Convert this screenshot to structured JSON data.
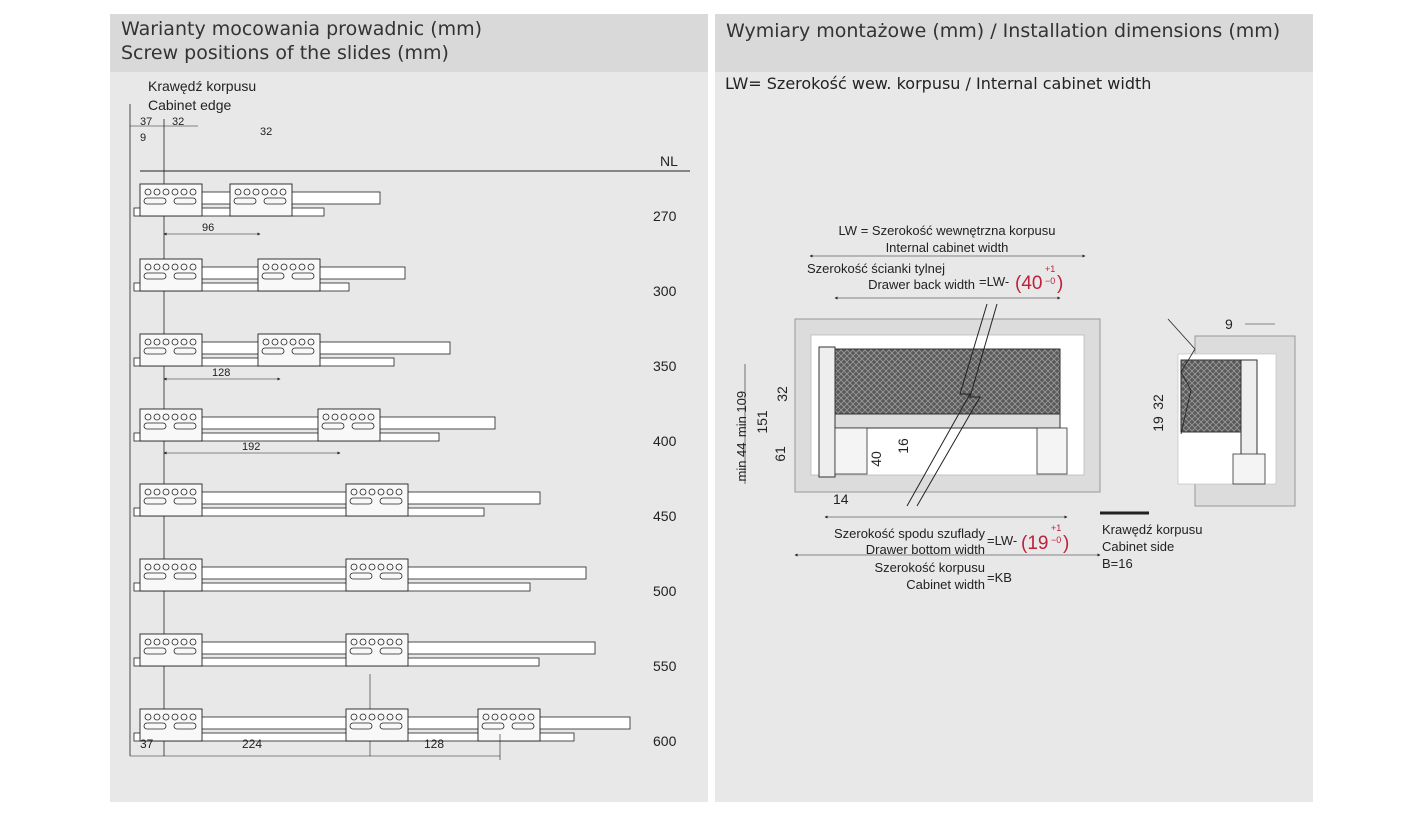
{
  "left": {
    "title_pl": "Warianty mocowania prowadnic (mm)",
    "title_en": "Screw positions of the slides (mm)",
    "edge_pl": "Krawędź korpusu",
    "edge_en": "Cabinet edge",
    "nl_header": "NL",
    "lengths": [
      "270",
      "300",
      "350",
      "400",
      "450",
      "500",
      "550",
      "600"
    ],
    "top_dims": {
      "d37": "37",
      "d32": "32",
      "d9": "9",
      "d32b": "32"
    },
    "pitch_dims": {
      "d96": "96",
      "d128": "128",
      "d192": "192"
    },
    "bottom_dims": {
      "d37": "37",
      "d224": "224",
      "d128": "128"
    }
  },
  "right": {
    "title": "Wymiary montażowe (mm) / Installation dimensions (mm)",
    "subtitle": "LW= Szerokość wew. korpusu / Internal cabinet width",
    "lw_pl": "LW = Szerokość wewnętrzna korpusu",
    "lw_en": "Internal cabinet width",
    "back_pl": "Szerokość ścianki tylnej",
    "back_en": "Drawer back width",
    "back_formula": "=LW-",
    "back_value": "(40",
    "back_tol_up": "+1",
    "back_tol_down": "−0",
    "back_close": ")",
    "bottom_pl": "Szerokość spodu szuflady",
    "bottom_en": "Drawer bottom width",
    "bottom_formula": "=LW-",
    "bottom_value": "(19",
    "bottom_tol_up": "+1",
    "bottom_tol_down": "−0",
    "bottom_close": ")",
    "kb_pl": "Szerokość korpusu",
    "kb_en": "Cabinet width",
    "kb_formula": "=KB",
    "side_pl": "Krawędź korpusu",
    "side_en": "Cabinet side",
    "side_b": "B=16",
    "dims": {
      "min109": "min 109",
      "min44": "min 44",
      "d151": "151",
      "d32": "32",
      "d61": "61",
      "d16": "16",
      "d40": "40",
      "d14": "14",
      "d9": "9",
      "d19": "19",
      "d32b": "32"
    }
  },
  "colors": {
    "accent": "#c0203a",
    "panel": "#e8e8e8",
    "header": "#d9d9d9"
  }
}
